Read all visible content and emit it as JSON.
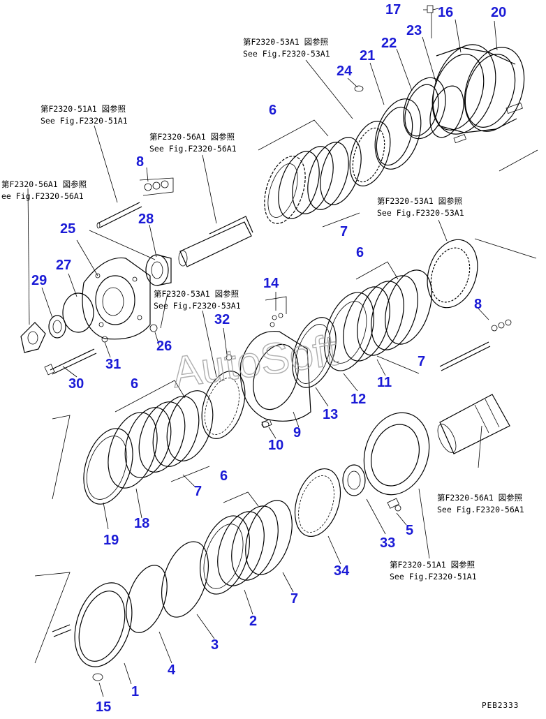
{
  "diagram": {
    "watermark": "AutoSoft",
    "drawing_code": "PEB2333",
    "accent_color": "#1a1ad6",
    "callouts": [
      {
        "id": "c1",
        "label": "1"
      },
      {
        "id": "c2",
        "label": "2"
      },
      {
        "id": "c3",
        "label": "3"
      },
      {
        "id": "c4",
        "label": "4"
      },
      {
        "id": "c5",
        "label": "5"
      },
      {
        "id": "c6a",
        "label": "6"
      },
      {
        "id": "c6b",
        "label": "6"
      },
      {
        "id": "c6c",
        "label": "6"
      },
      {
        "id": "c6d",
        "label": "6"
      },
      {
        "id": "c7a",
        "label": "7"
      },
      {
        "id": "c7b",
        "label": "7"
      },
      {
        "id": "c7c",
        "label": "7"
      },
      {
        "id": "c7d",
        "label": "7"
      },
      {
        "id": "c8a",
        "label": "8"
      },
      {
        "id": "c8b",
        "label": "8"
      },
      {
        "id": "c9",
        "label": "9"
      },
      {
        "id": "c10",
        "label": "10"
      },
      {
        "id": "c11",
        "label": "11"
      },
      {
        "id": "c12",
        "label": "12"
      },
      {
        "id": "c13",
        "label": "13"
      },
      {
        "id": "c14",
        "label": "14"
      },
      {
        "id": "c15",
        "label": "15"
      },
      {
        "id": "c16",
        "label": "16"
      },
      {
        "id": "c17",
        "label": "17"
      },
      {
        "id": "c18",
        "label": "18"
      },
      {
        "id": "c19",
        "label": "19"
      },
      {
        "id": "c20",
        "label": "20"
      },
      {
        "id": "c21",
        "label": "21"
      },
      {
        "id": "c22",
        "label": "22"
      },
      {
        "id": "c23",
        "label": "23"
      },
      {
        "id": "c24",
        "label": "24"
      },
      {
        "id": "c25",
        "label": "25"
      },
      {
        "id": "c26",
        "label": "26"
      },
      {
        "id": "c27",
        "label": "27"
      },
      {
        "id": "c28",
        "label": "28"
      },
      {
        "id": "c29",
        "label": "29"
      },
      {
        "id": "c30",
        "label": "30"
      },
      {
        "id": "c31",
        "label": "31"
      },
      {
        "id": "c32",
        "label": "32"
      },
      {
        "id": "c33",
        "label": "33"
      },
      {
        "id": "c34",
        "label": "34"
      }
    ],
    "references": [
      {
        "id": "r1",
        "jp": "第F2320-53A1 図参照",
        "en": "See Fig.F2320-53A1"
      },
      {
        "id": "r2",
        "jp": "第F2320-51A1 図参照",
        "en": "See Fig.F2320-51A1"
      },
      {
        "id": "r3",
        "jp": "第F2320-56A1 図参照",
        "en": "See Fig.F2320-56A1"
      },
      {
        "id": "r4",
        "jp": "第F2320-56A1 図参照",
        "en": "ee Fig.F2320-56A1"
      },
      {
        "id": "r5",
        "jp": "第F2320-53A1 図参照",
        "en": "See Fig.F2320-53A1"
      },
      {
        "id": "r6",
        "jp": "第F2320-53A1 図参照",
        "en": "See Fig.F2320-53A1"
      },
      {
        "id": "r7",
        "jp": "第F2320-56A1 図参照",
        "en": "See Fig.F2320-56A1"
      },
      {
        "id": "r8",
        "jp": "第F2320-51A1 図参照",
        "en": "See Fig.F2320-51A1"
      }
    ]
  }
}
